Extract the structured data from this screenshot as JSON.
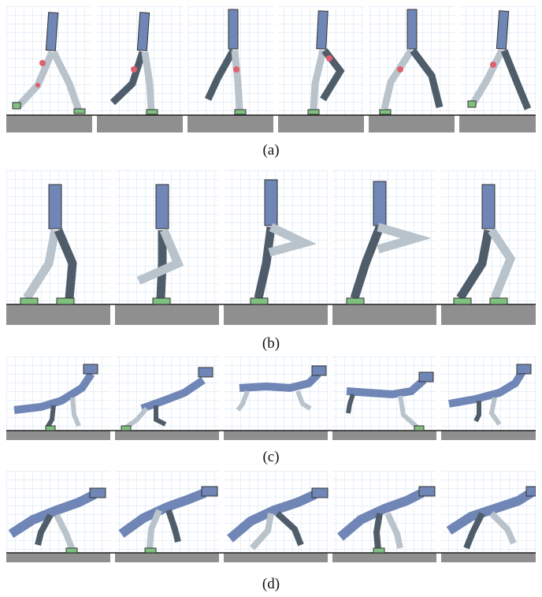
{
  "figure": {
    "rows": [
      {
        "id": "a",
        "label": "(a)",
        "frames": 6
      },
      {
        "id": "b",
        "label": "(b)",
        "frames": 5
      },
      {
        "id": "c",
        "label": "(c)",
        "frames": 5
      },
      {
        "id": "d",
        "label": "(d)",
        "frames": 5
      }
    ]
  },
  "colors": {
    "grid": "#cfe0f2",
    "ground": "#8f8f8f",
    "torso": "#6f86b6",
    "limb_light": "#b9c3cc",
    "limb_dark": "#4f5d6a",
    "foot": "#7fbf7f",
    "ghost": "#e06070"
  }
}
